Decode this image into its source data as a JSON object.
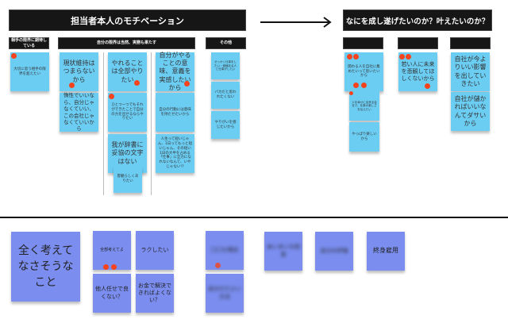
{
  "left_section": {
    "title": "担当者本人のモチベーション",
    "headers": [
      "相手の限界に期待している",
      "自分の限界は当然、実務も果たす",
      "その他"
    ],
    "notes": {
      "c1": [
        "大切に思う相手の限界を超えたい"
      ],
      "c2": [
        "現状維持はつまらないから",
        "惰性でいいなら、自分じゃなくていい、この会社じゃなくていいから"
      ],
      "c3": [
        "やれることは全部やりたい",
        "ひとつ一つでもそれができたことで自分の力を出せるならやりたい",
        "我が辞書に妥協の文字はない",
        "客観らしくありたい"
      ],
      "c4": [
        "自分がやることの意味、意義を実感したいから",
        "自分の行動には意味を持たせたいから",
        "人生って短いじゃん、1日ってもっと短いじゃん、その短い1日の大半を占める「仕事」に全力になれないなんて、いやじゃない!?"
      ],
      "other": [
        "せっかく仕事をしたい・価値ある人と仕事がしたい",
        "バカだと思われたくない",
        "やりがいを感じたいから"
      ]
    }
  },
  "right_section": {
    "title": "なにを成し遂げたいのか？叶えたいのか？",
    "notes": {
      "c1": [
        "関わる人を自社に集めたいって思いたいから",
        "人を幸せに出来る会社で、仕事の楽しさを伝えたい",
        "やっぱり楽しいから"
      ],
      "c2": [
        "若い人に未来を悲観してほしくないから"
      ],
      "c3": [
        "自社が今よりいい影響を出していきたい",
        "自社が儲かればいいなんてダサいから"
      ]
    }
  },
  "bottom": {
    "main": "全く考えてなさそうなこと",
    "notes": [
      "全部考えてよ",
      "ラクしたい",
      "他人任せで良くない？",
      "お金で解決できればよくない？",
      "〇〇な場合",
      "自分だけよい方法",
      "あいまいな回答",
      "自分の評価",
      "終身雇用"
    ]
  },
  "colors": {
    "note_blue": "#6ccdf3",
    "note_purple": "#7b8ef0",
    "vote_dot": "#f4431d",
    "header": "#161616"
  }
}
